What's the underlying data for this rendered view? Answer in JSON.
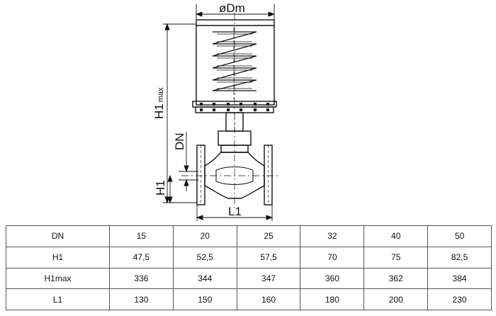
{
  "drawing": {
    "dim_diameter": "øDm",
    "dim_height_max": "H1",
    "dim_height_max_sub": "max",
    "dim_nominal": "DN",
    "dim_height": "H1",
    "dim_length": "L1"
  },
  "table": {
    "rows": [
      {
        "label": "DN",
        "values": [
          "15",
          "20",
          "25",
          "32",
          "40",
          "50"
        ]
      },
      {
        "label": "H1",
        "values": [
          "47,5",
          "52,5",
          "57,5",
          "70",
          "75",
          "82,5"
        ]
      },
      {
        "label": "H1max",
        "values": [
          "336",
          "344",
          "347",
          "360",
          "362",
          "384"
        ]
      },
      {
        "label": "L1",
        "values": [
          "130",
          "150",
          "160",
          "180",
          "200",
          "230"
        ]
      }
    ]
  }
}
